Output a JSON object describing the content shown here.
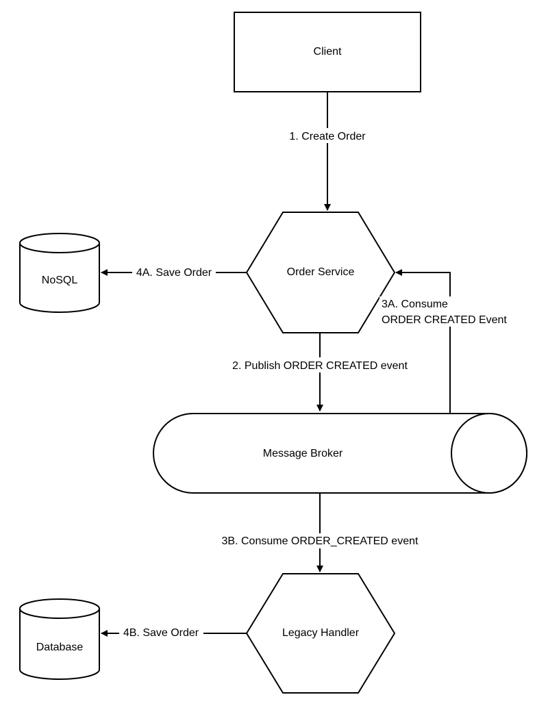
{
  "nodes": {
    "client": "Client",
    "order_service": "Order Service",
    "message_broker": "Message Broker",
    "legacy_handler": "Legacy Handler",
    "nosql": "NoSQL",
    "database": "Database"
  },
  "edges": {
    "create_order": "1. Create Order",
    "publish_event": "2. Publish ORDER CREATED event",
    "consume_3a_line1": "3A. Consume",
    "consume_3a_line2": "ORDER CREATED Event",
    "consume_3b": "3B. Consume ORDER_CREATED event",
    "save_4a": "4A. Save Order",
    "save_4b": "4B. Save Order"
  }
}
